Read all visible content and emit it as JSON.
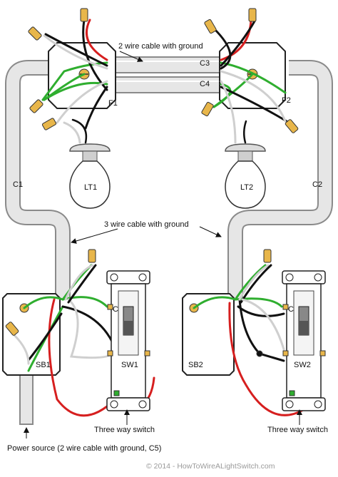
{
  "labels": {
    "top_cable": "2 wire cable with ground",
    "c3": "C3",
    "c4": "C4",
    "f1": "F1",
    "f2": "F2",
    "lt1": "LT1",
    "lt2": "LT2",
    "c1": "C1",
    "c2": "C2",
    "mid_cable": "3 wire cable with ground",
    "sb1": "SB1",
    "sw1": "SW1",
    "sb2": "SB2",
    "sw2": "SW2",
    "c_left": "C",
    "c_right": "C",
    "three_way_left": "Three way switch",
    "three_way_right": "Three way switch",
    "power_source": "Power source (2 wire cable with ground, C5)",
    "copyright": "© 2014 - HowToWireALightSwitch.com"
  },
  "colors": {
    "conduit_fill": "#e6e6e6",
    "conduit_edge": "#8a8a8a",
    "hot": "#d61f1f",
    "ground": "#2fae2f",
    "neutral": "#cfcfcf",
    "black": "#111111",
    "wire_nut": "#e8b64a"
  }
}
